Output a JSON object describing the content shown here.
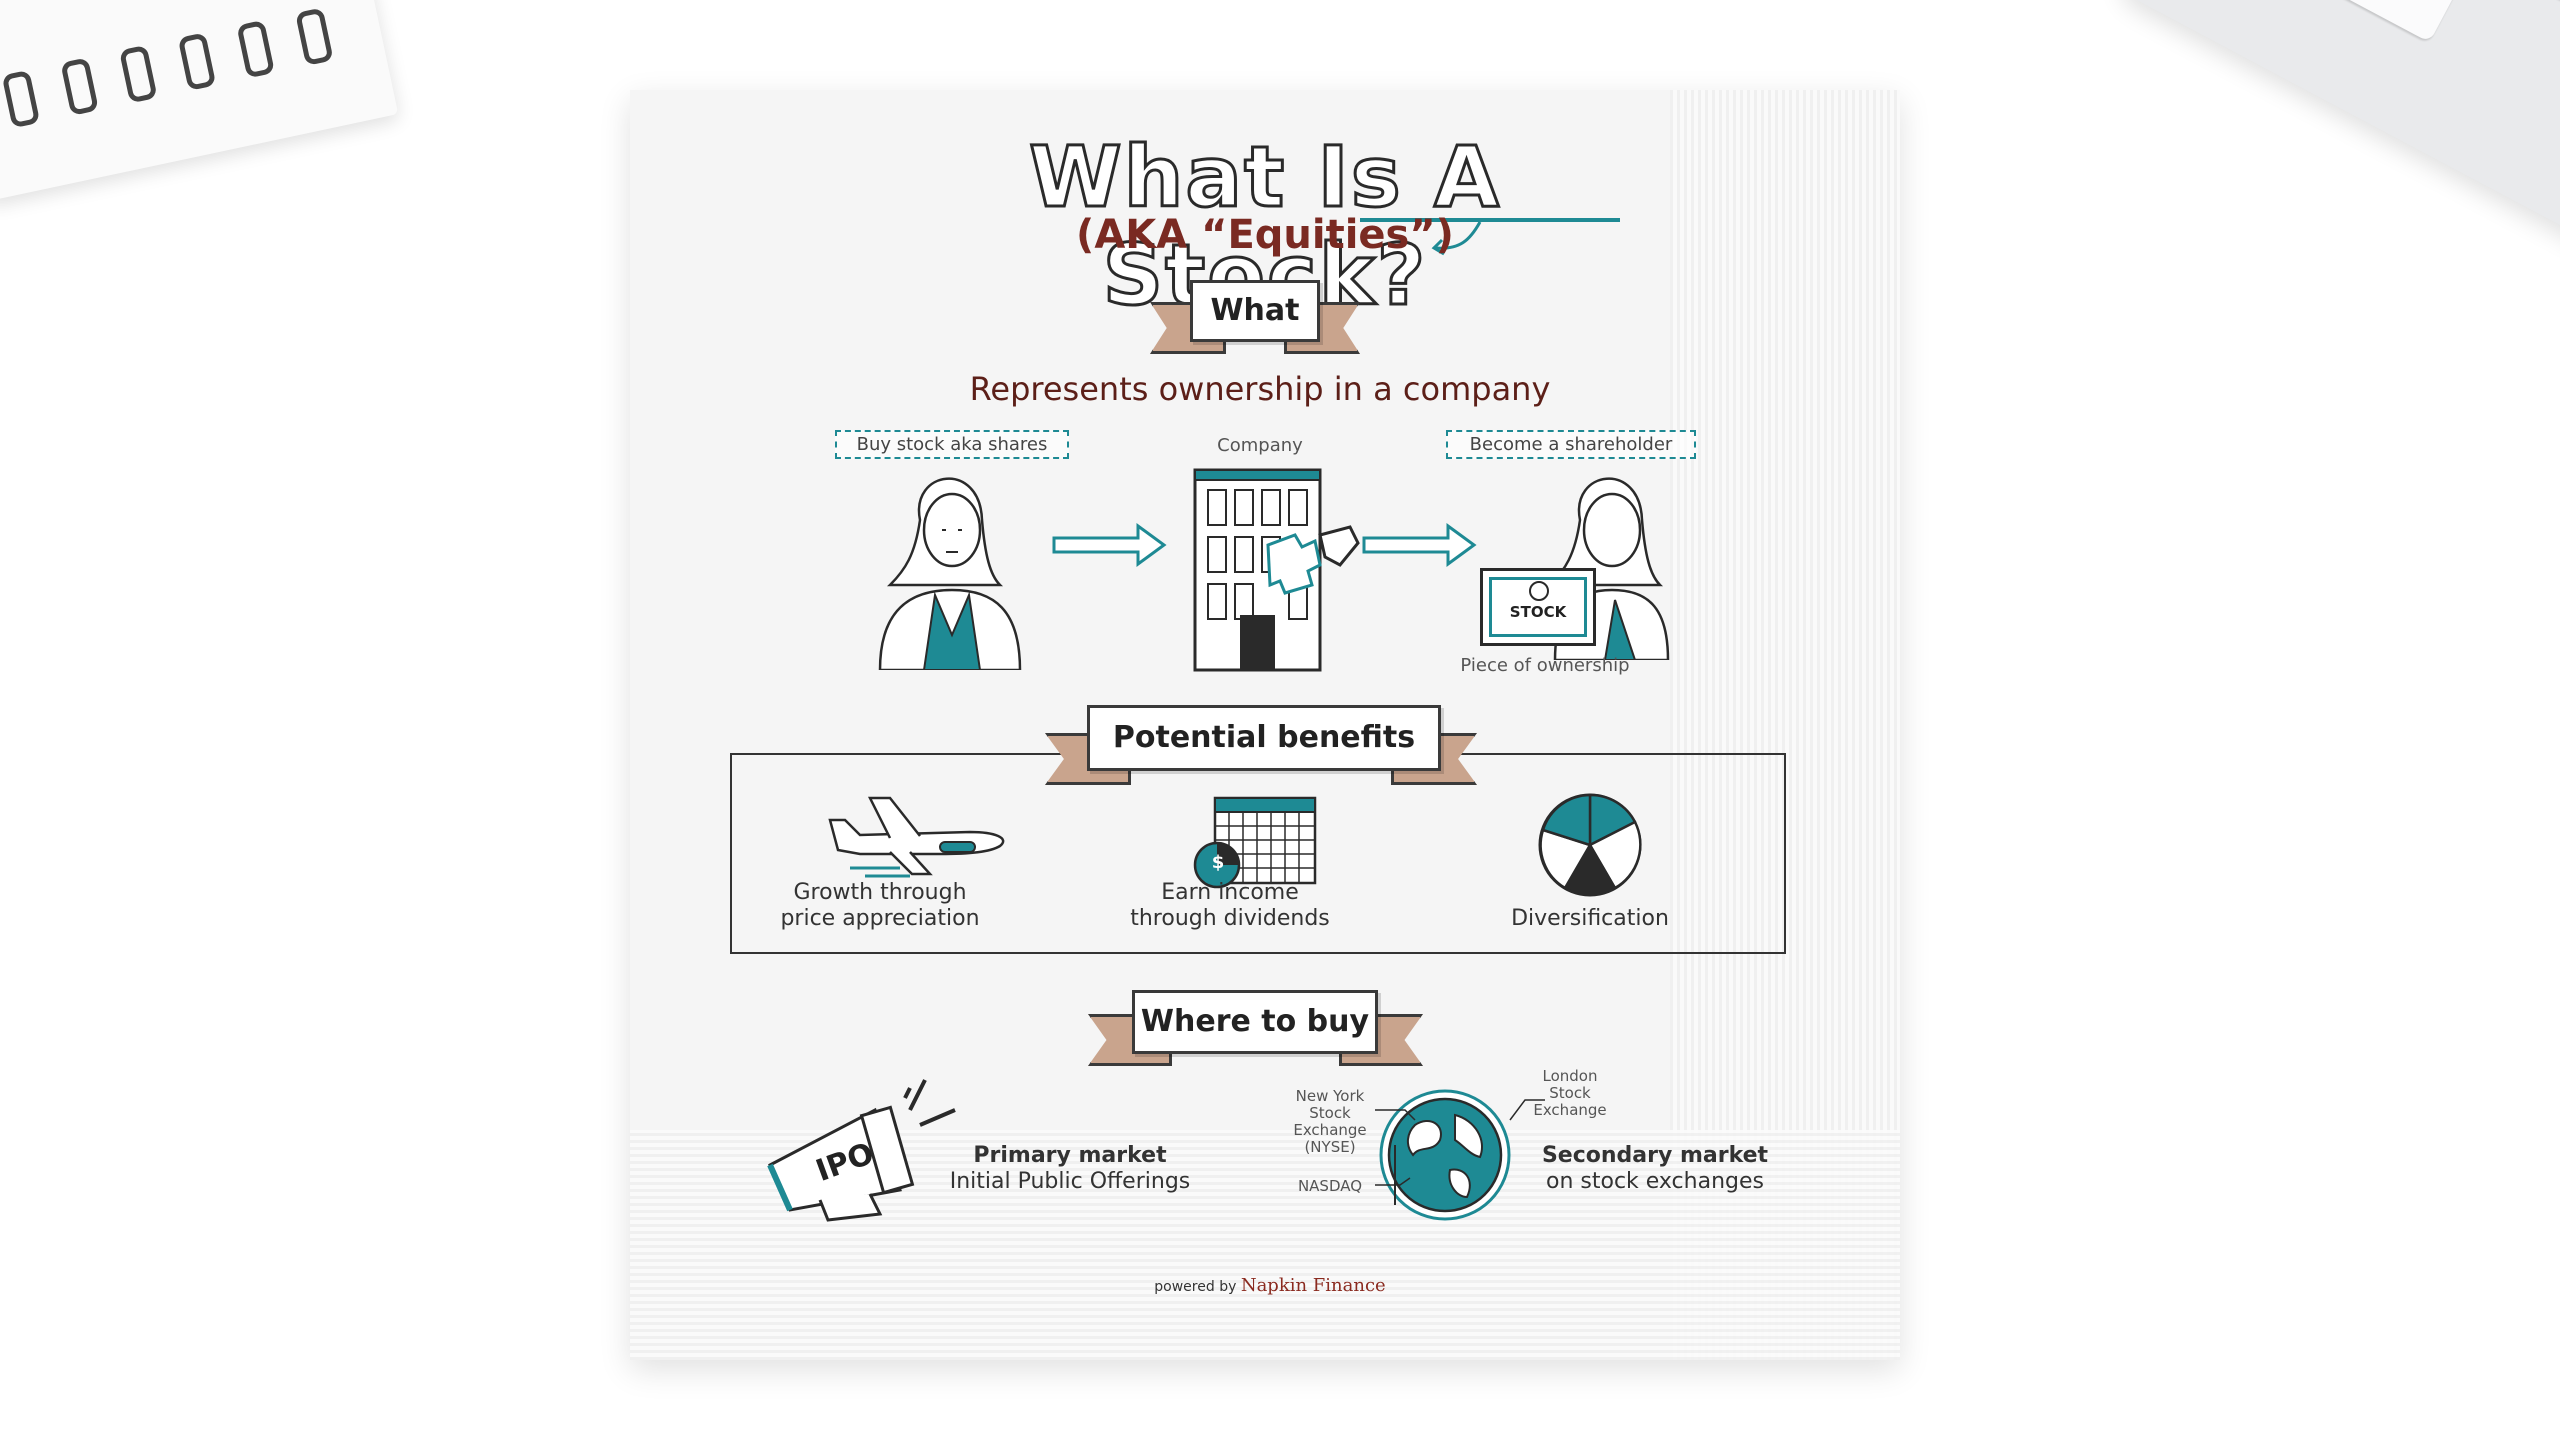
{
  "background": {
    "keyboard_key_label": "cmd"
  },
  "infographic": {
    "title": "What Is A Stock?",
    "subtitle": "(AKA “Equities”)",
    "sections": {
      "what": {
        "banner": "What",
        "headline": "Represents ownership in a company",
        "step1_label": "Buy stock aka shares",
        "company_label": "Company",
        "step2_label": "Become a shareholder",
        "certificate_text": "STOCK",
        "certificate_caption": "Piece of ownership"
      },
      "benefits": {
        "banner": "Potential benefits",
        "items": [
          {
            "line1": "Growth through",
            "line2": "price appreciation",
            "icon": "airplane-icon"
          },
          {
            "line1": "Earn income",
            "line2": "through dividends",
            "icon": "calendar-coin-icon"
          },
          {
            "line1": "",
            "line2": "Diversification",
            "icon": "pie-chart-icon"
          }
        ],
        "coin_symbol": "$"
      },
      "where": {
        "banner": "Where to buy",
        "ipo_text": "IPO",
        "primary": {
          "line1": "Primary market",
          "line2": "Initial Public Offerings"
        },
        "secondary": {
          "line1": "Secondary market",
          "line2": "on stock exchanges"
        },
        "exchanges": {
          "nyse": [
            "New York",
            "Stock",
            "Exchange",
            "(NYSE)"
          ],
          "nasdaq": "NASDAQ",
          "london": [
            "London",
            "Stock",
            "Exchange"
          ]
        }
      }
    },
    "footer": {
      "powered_by": "powered by",
      "brand": "Napkin Finance"
    },
    "colors": {
      "teal": "#1e8a94",
      "maroon": "#7a2a22",
      "banner_tan": "#c9a48d",
      "ink": "#2a2a2a"
    }
  }
}
